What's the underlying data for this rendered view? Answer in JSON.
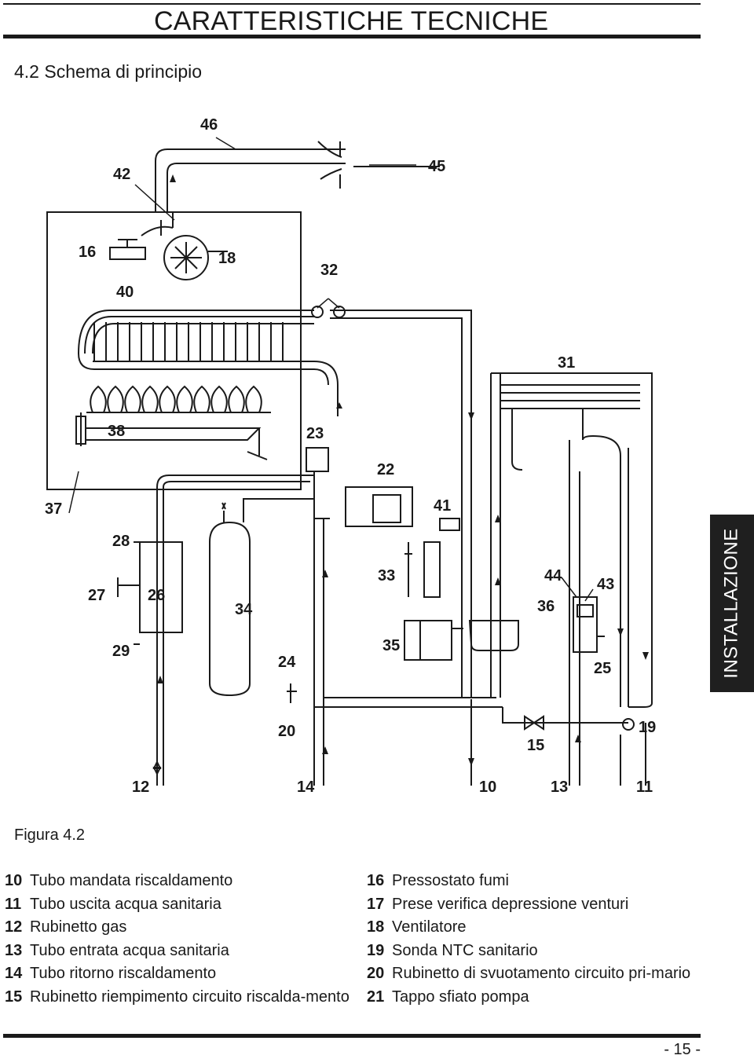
{
  "header": {
    "title": "CARATTERISTICHE TECNICHE",
    "subtitle": "4.2  Schema di principio"
  },
  "side_tab": "INSTALLAZIONE",
  "diagram": {
    "callouts": [
      "46",
      "42",
      "45",
      "16",
      "18",
      "40",
      "32",
      "31",
      "38",
      "23",
      "22",
      "37",
      "41",
      "28",
      "27",
      "26",
      "33",
      "44",
      "43",
      "34",
      "36",
      "29",
      "24",
      "35",
      "25",
      "20",
      "19",
      "15",
      "12",
      "14",
      "10",
      "13",
      "11"
    ]
  },
  "figure_label": "Figura 4.2",
  "legend": {
    "left": [
      {
        "num": "10",
        "text": "Tubo mandata riscaldamento"
      },
      {
        "num": "11",
        "text": "Tubo uscita acqua sanitaria"
      },
      {
        "num": "12",
        "text": "Rubinetto gas"
      },
      {
        "num": "13",
        "text": "Tubo entrata acqua sanitaria"
      },
      {
        "num": "14",
        "text": "Tubo ritorno riscaldamento"
      },
      {
        "num": "15",
        "text": "Rubinetto riempimento circuito riscalda-mento"
      }
    ],
    "right": [
      {
        "num": "16",
        "text": "Pressostato fumi"
      },
      {
        "num": "17",
        "text": "Prese verifica depressione venturi"
      },
      {
        "num": "18",
        "text": "Ventilatore"
      },
      {
        "num": "19",
        "text": "Sonda NTC sanitario"
      },
      {
        "num": "20",
        "text": "Rubinetto di svuotamento circuito pri-mario"
      },
      {
        "num": "21",
        "text": "Tappo sfiato pompa"
      }
    ]
  },
  "page_number": "- 15 -"
}
